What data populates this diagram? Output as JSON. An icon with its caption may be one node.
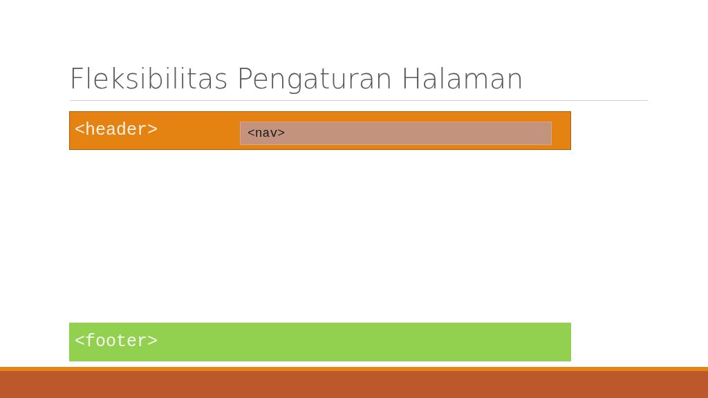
{
  "diagram": {
    "title": "Fleksibilitas Pengaturan Halaman",
    "nodes": [
      {
        "text": [
          "<header>"
        ]
      },
      {
        "text": [
          "<nav>"
        ],
        "in": 0
      },
      {
        "text": [
          "<footer>"
        ]
      }
    ],
    "edges": []
  }
}
